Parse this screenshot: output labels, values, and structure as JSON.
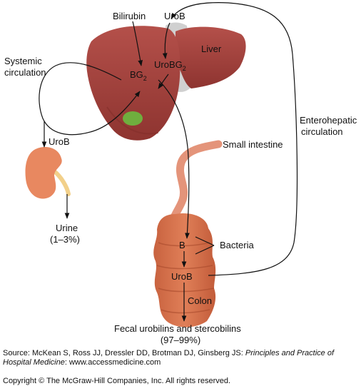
{
  "labels": {
    "bilirubin": "Bilirubin",
    "urob_top": "UroB",
    "bg2_base": "BG",
    "bg2_sub": "2",
    "urobg2_base": "UroBG",
    "urobg2_sub": "2",
    "liver": "Liver",
    "systemic_1": "Systemic",
    "systemic_2": "circulation",
    "enterohepatic_1": "Enterohepatic",
    "enterohepatic_2": "circulation",
    "small_intestine": "Small intestine",
    "urob_kidney": "UroB",
    "urine": "Urine",
    "urine_pct": "(1–3%)",
    "b": "B",
    "bacteria": "Bacteria",
    "urob_colon": "UroB",
    "colon": "Colon",
    "fecal": "Fecal urobilins and stercobilins",
    "fecal_pct": "(97–99%)"
  },
  "caption": {
    "source_prefix": "Source: McKean S, Ross JJ, Dressler DD, Brotman DJ, Ginsberg JS: ",
    "source_title": "Principles and Practice of Hospital Medicine",
    "source_suffix": ": www.accessmedicine.com",
    "copyright": "Copyright © The McGraw-Hill Companies, Inc. All rights reserved."
  },
  "colors": {
    "liver": "#a9403c",
    "liver_dark": "#7f2b28",
    "gallbladder": "#6fae3e",
    "ligament": "#c9c9c9",
    "intestine": "#e4947a",
    "colon": "#d4714e",
    "kidney": "#e88860",
    "ureter": "#f2d08a"
  }
}
